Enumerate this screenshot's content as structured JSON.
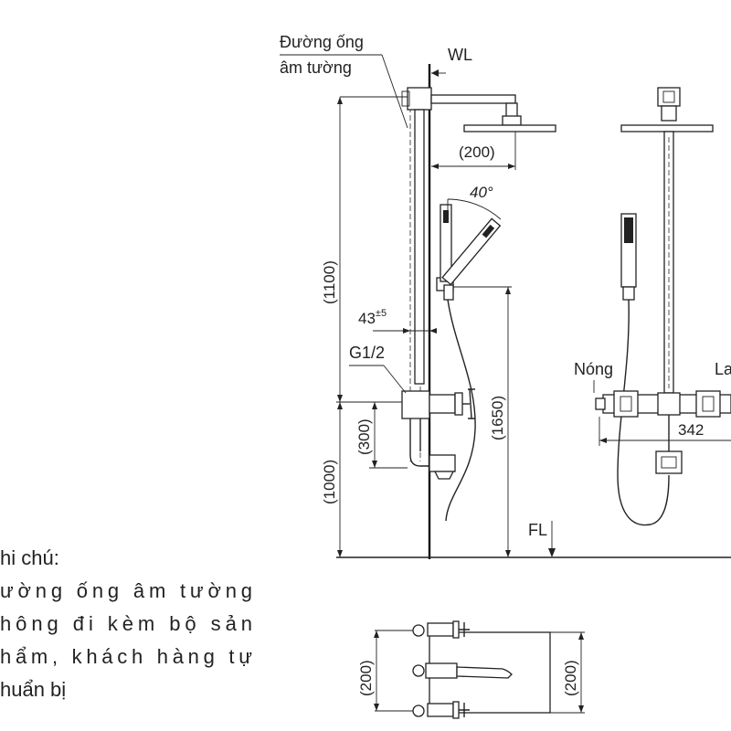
{
  "labels": {
    "wall_pipe_line1": "Đường ống",
    "wall_pipe_line2": "âm tường",
    "wl": "WL",
    "fl": "FL",
    "hot": "Nóng",
    "cold": "La",
    "thread": "G1/2"
  },
  "dimensions": {
    "head_offset": "(200)",
    "angle": "40°",
    "height_upper": "(1100)",
    "pipe_base": "43",
    "pipe_tol": "±5",
    "valve_drop": "(300)",
    "height_lower": "(1000)",
    "bar_height": "(1650)",
    "valve_width": "342",
    "plan_left": "(200)",
    "plan_right": "(200)"
  },
  "note": {
    "title": "hi chú:",
    "lines": [
      "ường  ống  âm  tường",
      "hông  đi  kèm  bộ  sản",
      "hẩm,  khách  hàng  tự",
      "huẩn bị"
    ]
  }
}
